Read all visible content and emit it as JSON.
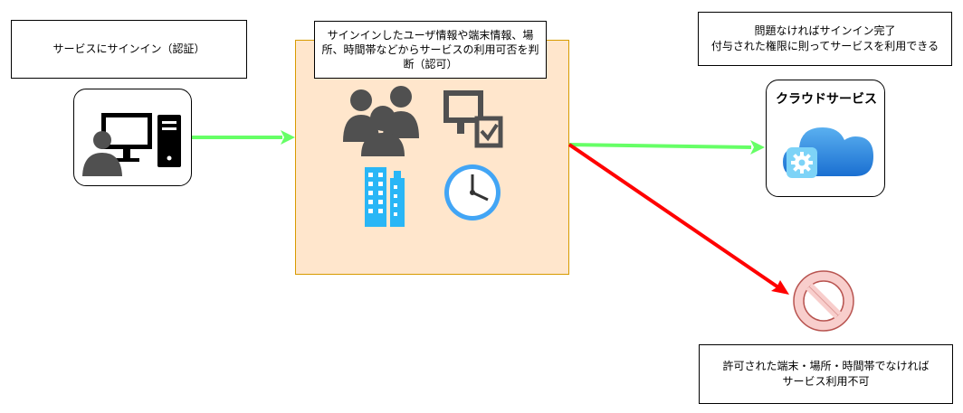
{
  "signin": {
    "text": "サービスにサインイン（認証）"
  },
  "authz": {
    "text": "サインインしたユーザ情報や端末情報、場所、時間帯などからサービスの利用可否を判断（認可）"
  },
  "success": {
    "line1": "問題なければサインイン完了",
    "line2": "付与された権限に則ってサービスを利用できる"
  },
  "cloud": {
    "title": "クラウドサービス"
  },
  "denied": {
    "line1": "許可された端末・場所・時間帯でなければ",
    "line2": "サービス利用不可"
  },
  "colors": {
    "green_arrow": "#66ff66",
    "red_arrow": "#ff0000",
    "condition_bg": "#ffe6cc",
    "icon_gray": "#505050",
    "building_blue": "#29b6f6"
  }
}
